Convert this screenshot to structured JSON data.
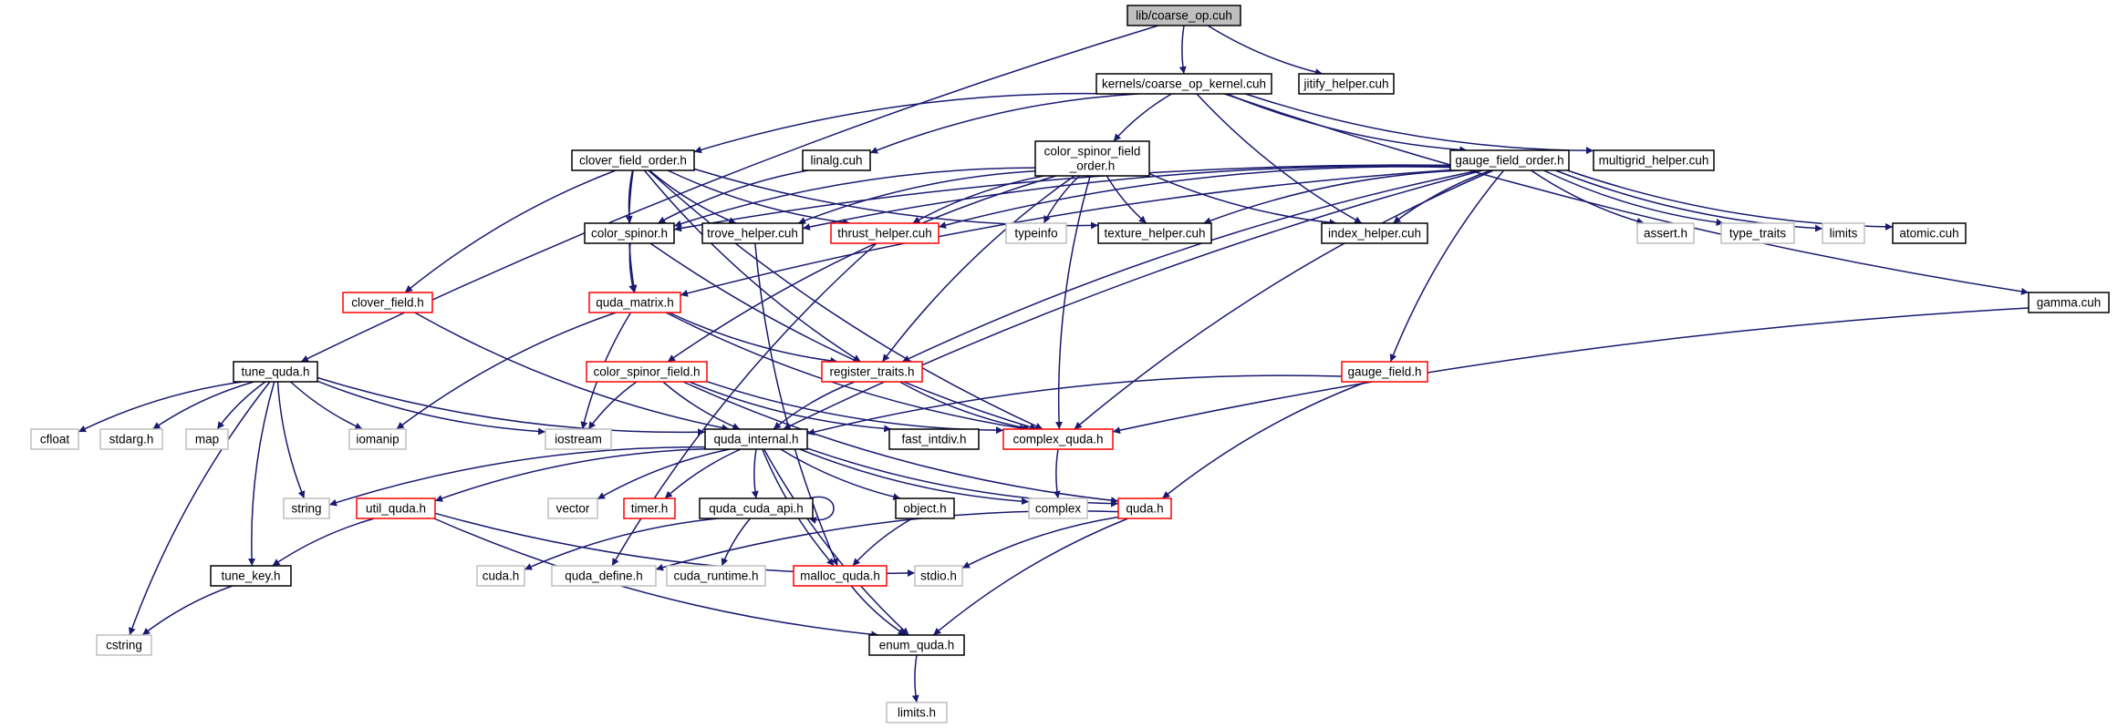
{
  "graph": {
    "nodes": [
      {
        "id": "coarse_op",
        "label": "lib/coarse_op.cuh",
        "style": "root"
      },
      {
        "id": "coarse_op_kernel",
        "label": "kernels/coarse_op_kernel.cuh",
        "style": "normal"
      },
      {
        "id": "jitify_helper",
        "label": "jitify_helper.cuh",
        "style": "normal"
      },
      {
        "id": "clover_field_order",
        "label": "clover_field_order.h",
        "style": "normal"
      },
      {
        "id": "linalg",
        "label": "linalg.cuh",
        "style": "normal"
      },
      {
        "id": "color_spinor_field_order",
        "label": [
          "color_spinor_field",
          "_order.h"
        ],
        "style": "normal"
      },
      {
        "id": "gauge_field_order",
        "label": "gauge_field_order.h",
        "style": "normal"
      },
      {
        "id": "multigrid_helper",
        "label": "multigrid_helper.cuh",
        "style": "normal"
      },
      {
        "id": "gamma",
        "label": "gamma.cuh",
        "style": "normal"
      },
      {
        "id": "color_spinor",
        "label": "color_spinor.h",
        "style": "normal"
      },
      {
        "id": "trove_helper",
        "label": "trove_helper.cuh",
        "style": "normal"
      },
      {
        "id": "thrust_helper",
        "label": "thrust_helper.cuh",
        "style": "red"
      },
      {
        "id": "typeinfo",
        "label": "typeinfo",
        "style": "gray"
      },
      {
        "id": "texture_helper",
        "label": "texture_helper.cuh",
        "style": "normal"
      },
      {
        "id": "index_helper",
        "label": "index_helper.cuh",
        "style": "normal"
      },
      {
        "id": "assert_h",
        "label": "assert.h",
        "style": "gray"
      },
      {
        "id": "type_traits",
        "label": "type_traits",
        "style": "gray"
      },
      {
        "id": "limits",
        "label": "limits",
        "style": "gray"
      },
      {
        "id": "atomic",
        "label": "atomic.cuh",
        "style": "normal"
      },
      {
        "id": "clover_field",
        "label": "clover_field.h",
        "style": "red"
      },
      {
        "id": "quda_matrix",
        "label": "quda_matrix.h",
        "style": "red"
      },
      {
        "id": "tune_quda",
        "label": "tune_quda.h",
        "style": "normal"
      },
      {
        "id": "color_spinor_field",
        "label": "color_spinor_field.h",
        "style": "red"
      },
      {
        "id": "register_traits",
        "label": "register_traits.h",
        "style": "red"
      },
      {
        "id": "gauge_field",
        "label": "gauge_field.h",
        "style": "red"
      },
      {
        "id": "cfloat",
        "label": "cfloat",
        "style": "gray"
      },
      {
        "id": "stdarg",
        "label": "stdarg.h",
        "style": "gray"
      },
      {
        "id": "map",
        "label": "map",
        "style": "gray"
      },
      {
        "id": "iomanip",
        "label": "iomanip",
        "style": "gray"
      },
      {
        "id": "iostream",
        "label": "iostream",
        "style": "gray"
      },
      {
        "id": "quda_internal",
        "label": "quda_internal.h",
        "style": "normal"
      },
      {
        "id": "fast_intdiv",
        "label": "fast_intdiv.h",
        "style": "normal"
      },
      {
        "id": "complex_quda",
        "label": "complex_quda.h",
        "style": "red"
      },
      {
        "id": "string",
        "label": "string",
        "style": "gray"
      },
      {
        "id": "util_quda",
        "label": "util_quda.h",
        "style": "red"
      },
      {
        "id": "vector",
        "label": "vector",
        "style": "gray"
      },
      {
        "id": "timer",
        "label": "timer.h",
        "style": "red"
      },
      {
        "id": "quda_cuda_api",
        "label": "quda_cuda_api.h",
        "style": "normal"
      },
      {
        "id": "object",
        "label": "object.h",
        "style": "normal"
      },
      {
        "id": "complex",
        "label": "complex",
        "style": "gray"
      },
      {
        "id": "quda",
        "label": "quda.h",
        "style": "red"
      },
      {
        "id": "tune_key",
        "label": "tune_key.h",
        "style": "normal"
      },
      {
        "id": "cuda_h",
        "label": "cuda.h",
        "style": "gray"
      },
      {
        "id": "quda_define",
        "label": "quda_define.h",
        "style": "gray"
      },
      {
        "id": "cuda_runtime",
        "label": "cuda_runtime.h",
        "style": "gray"
      },
      {
        "id": "malloc_quda",
        "label": "malloc_quda.h",
        "style": "red"
      },
      {
        "id": "stdio",
        "label": "stdio.h",
        "style": "gray"
      },
      {
        "id": "cstring",
        "label": "cstring",
        "style": "gray"
      },
      {
        "id": "enum_quda",
        "label": "enum_quda.h",
        "style": "normal"
      },
      {
        "id": "limits_h",
        "label": "limits.h",
        "style": "gray"
      }
    ],
    "edges": [
      [
        "coarse_op",
        "coarse_op_kernel"
      ],
      [
        "coarse_op",
        "jitify_helper"
      ],
      [
        "coarse_op",
        "tune_quda"
      ],
      [
        "coarse_op_kernel",
        "clover_field_order"
      ],
      [
        "coarse_op_kernel",
        "linalg"
      ],
      [
        "coarse_op_kernel",
        "color_spinor_field_order"
      ],
      [
        "coarse_op_kernel",
        "gauge_field_order"
      ],
      [
        "coarse_op_kernel",
        "multigrid_helper"
      ],
      [
        "coarse_op_kernel",
        "gamma"
      ],
      [
        "coarse_op_kernel",
        "index_helper"
      ],
      [
        "clover_field_order",
        "color_spinor"
      ],
      [
        "clover_field_order",
        "trove_helper"
      ],
      [
        "clover_field_order",
        "thrust_helper"
      ],
      [
        "clover_field_order",
        "texture_helper"
      ],
      [
        "clover_field_order",
        "clover_field"
      ],
      [
        "clover_field_order",
        "quda_matrix"
      ],
      [
        "clover_field_order",
        "register_traits"
      ],
      [
        "clover_field_order",
        "complex_quda"
      ],
      [
        "linalg",
        "color_spinor"
      ],
      [
        "color_spinor_field_order",
        "color_spinor"
      ],
      [
        "color_spinor_field_order",
        "trove_helper"
      ],
      [
        "color_spinor_field_order",
        "thrust_helper"
      ],
      [
        "color_spinor_field_order",
        "typeinfo"
      ],
      [
        "color_spinor_field_order",
        "texture_helper"
      ],
      [
        "color_spinor_field_order",
        "index_helper"
      ],
      [
        "color_spinor_field_order",
        "color_spinor_field"
      ],
      [
        "color_spinor_field_order",
        "register_traits"
      ],
      [
        "color_spinor_field_order",
        "complex_quda"
      ],
      [
        "gauge_field_order",
        "trove_helper"
      ],
      [
        "gauge_field_order",
        "thrust_helper"
      ],
      [
        "gauge_field_order",
        "texture_helper"
      ],
      [
        "gauge_field_order",
        "index_helper"
      ],
      [
        "gauge_field_order",
        "assert_h"
      ],
      [
        "gauge_field_order",
        "type_traits"
      ],
      [
        "gauge_field_order",
        "limits"
      ],
      [
        "gauge_field_order",
        "atomic"
      ],
      [
        "gauge_field_order",
        "quda_matrix"
      ],
      [
        "gauge_field_order",
        "register_traits"
      ],
      [
        "gauge_field_order",
        "gauge_field"
      ],
      [
        "gauge_field_order",
        "complex_quda"
      ],
      [
        "gauge_field_order",
        "quda_internal"
      ],
      [
        "gauge_field_order",
        "color_spinor"
      ],
      [
        "gamma",
        "complex_quda"
      ],
      [
        "color_spinor",
        "quda_matrix"
      ],
      [
        "color_spinor",
        "complex_quda"
      ],
      [
        "thrust_helper",
        "quda_define"
      ],
      [
        "trove_helper",
        "malloc_quda"
      ],
      [
        "clover_field",
        "quda_internal"
      ],
      [
        "quda_matrix",
        "iomanip"
      ],
      [
        "quda_matrix",
        "iostream"
      ],
      [
        "quda_matrix",
        "register_traits"
      ],
      [
        "quda_matrix",
        "complex_quda"
      ],
      [
        "tune_quda",
        "cfloat"
      ],
      [
        "tune_quda",
        "stdarg"
      ],
      [
        "tune_quda",
        "map"
      ],
      [
        "tune_quda",
        "iomanip"
      ],
      [
        "tune_quda",
        "iostream"
      ],
      [
        "tune_quda",
        "quda_internal"
      ],
      [
        "tune_quda",
        "string"
      ],
      [
        "tune_quda",
        "tune_key"
      ],
      [
        "tune_quda",
        "cstring"
      ],
      [
        "color_spinor_field",
        "iostream"
      ],
      [
        "color_spinor_field",
        "quda_internal"
      ],
      [
        "color_spinor_field",
        "fast_intdiv"
      ],
      [
        "color_spinor_field",
        "complex_quda"
      ],
      [
        "color_spinor_field",
        "quda"
      ],
      [
        "register_traits",
        "quda_internal"
      ],
      [
        "register_traits",
        "complex_quda"
      ],
      [
        "gauge_field",
        "quda_internal"
      ],
      [
        "gauge_field",
        "quda"
      ],
      [
        "quda_internal",
        "string"
      ],
      [
        "quda_internal",
        "util_quda"
      ],
      [
        "quda_internal",
        "vector"
      ],
      [
        "quda_internal",
        "timer"
      ],
      [
        "quda_internal",
        "quda_cuda_api"
      ],
      [
        "quda_internal",
        "object"
      ],
      [
        "quda_internal",
        "complex"
      ],
      [
        "quda_internal",
        "quda"
      ],
      [
        "quda_internal",
        "malloc_quda"
      ],
      [
        "quda_internal",
        "enum_quda"
      ],
      [
        "complex_quda",
        "complex"
      ],
      [
        "util_quda",
        "tune_key"
      ],
      [
        "util_quda",
        "stdio"
      ],
      [
        "util_quda",
        "enum_quda"
      ],
      [
        "quda_cuda_api",
        "quda_cuda_api"
      ],
      [
        "quda_cuda_api",
        "cuda_h"
      ],
      [
        "quda_cuda_api",
        "cuda_runtime"
      ],
      [
        "object",
        "malloc_quda"
      ],
      [
        "quda",
        "quda_define"
      ],
      [
        "quda",
        "stdio"
      ],
      [
        "quda",
        "enum_quda"
      ],
      [
        "tune_key",
        "cstring"
      ],
      [
        "malloc_quda",
        "enum_quda"
      ],
      [
        "enum_quda",
        "limits_h"
      ]
    ]
  },
  "colors": {
    "normal_border": "#000000",
    "red_border": "#ff0000",
    "gray_border": "#bfbfbf",
    "root_fill": "#bfbfbf",
    "edge": "#191970"
  }
}
